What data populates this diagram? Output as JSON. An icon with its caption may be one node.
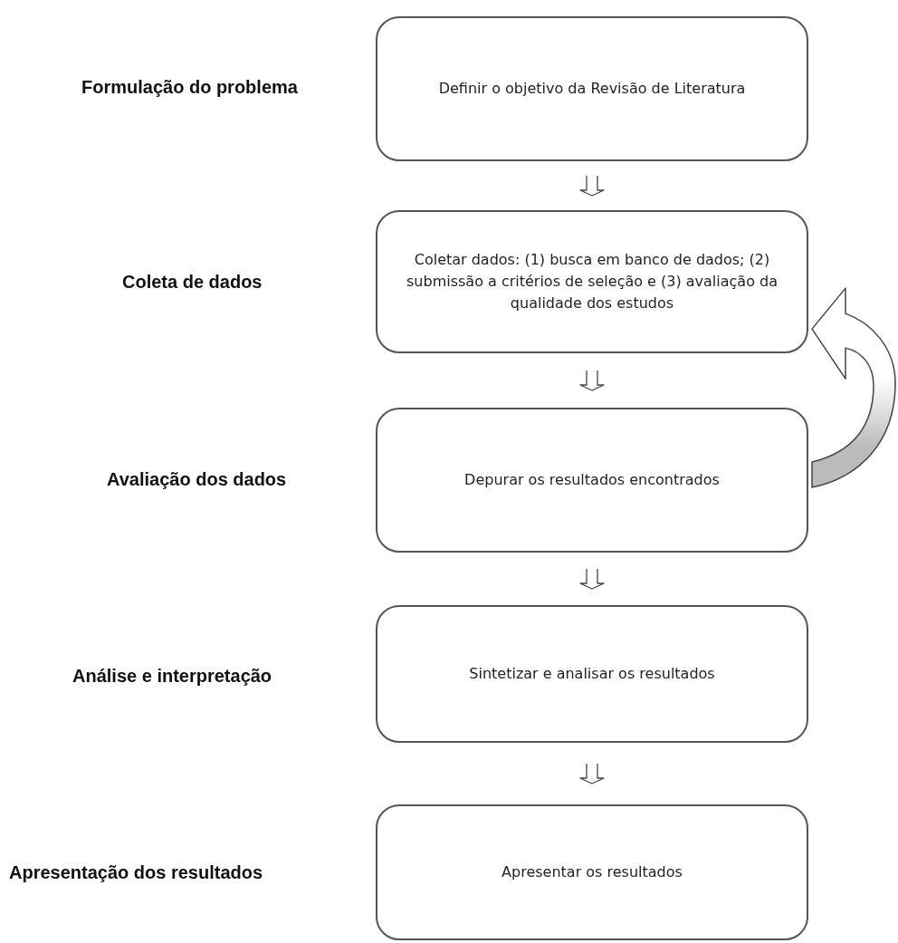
{
  "diagram": {
    "nodes": [
      {
        "text": [
          "Definir o objetivo da Revisão de Literatura"
        ]
      },
      {
        "text": [
          "Coletar dados: (1) busca em banco de dados; (2) submissão a critérios de seleção e (3) avaliação da qualidade dos estudos"
        ]
      },
      {
        "text": [
          "Depurar os resultados encontrados"
        ]
      },
      {
        "text": [
          "Sintetizar e analisar os resultados"
        ]
      },
      {
        "text": [
          "Apresentar os resultados"
        ]
      }
    ],
    "edges": [
      {
        "from": 0,
        "to": 1,
        "arrow": "to"
      },
      {
        "from": 1,
        "to": 2,
        "arrow": "to"
      },
      {
        "from": 2,
        "to": 1,
        "arrow": "to",
        "style": "thick"
      },
      {
        "from": 2,
        "to": 3,
        "arrow": "to"
      },
      {
        "from": 3,
        "to": 4,
        "arrow": "to"
      }
    ],
    "labels": [
      "Formulação do problema",
      "Coleta de dados",
      "Avaliação dos dados",
      "Análise e interpretação",
      "Apresentação dos resultados"
    ]
  }
}
